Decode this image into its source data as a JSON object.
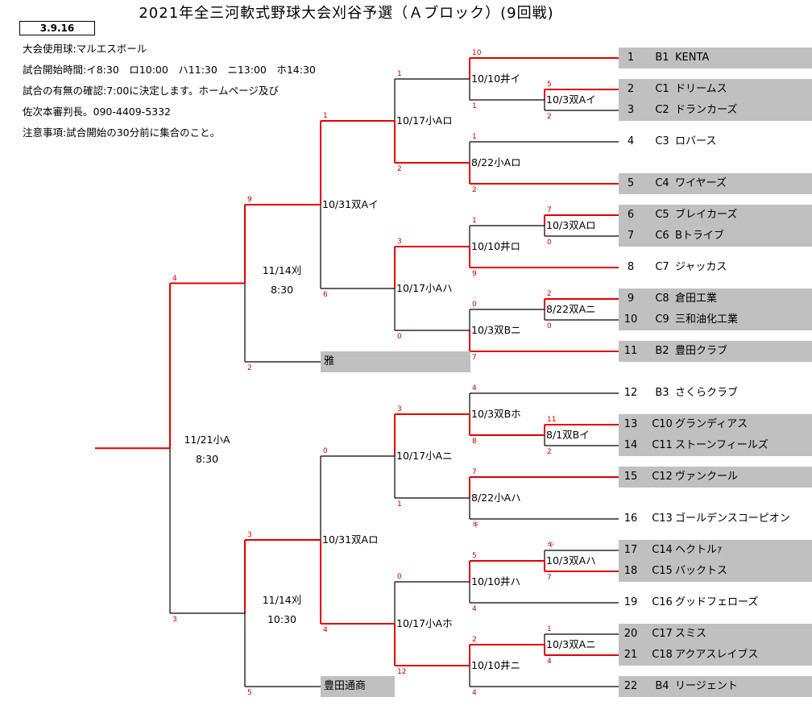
{
  "title": "2021年全三河軟式野球大会刈谷予選（Ａブロック）(9回戦)",
  "date_box": "3.9.16",
  "info_lines": [
    "大会使用球:マルエスボール",
    "試合開始時間:イ8:30　ロ10:00　ハ11:30　ニ13:00　ホ14:30",
    "試合の有無の確認:7:00に決定します。ホームページ及び",
    "佐次本審判長。090-4409-5332",
    "注意事項:試合開始の30分前に集合のこと。"
  ],
  "teams": [
    {
      "num": "1",
      "code": "B1",
      "name": "KENTA"
    },
    {
      "num": "2",
      "code": "C1",
      "name": "ドリームス"
    },
    {
      "num": "3",
      "code": "C2",
      "name": "ドランカーズ"
    },
    {
      "num": "4",
      "code": "C3",
      "name": "ロバース"
    },
    {
      "num": "5",
      "code": "C4",
      "name": "ワイヤーズ"
    },
    {
      "num": "6",
      "code": "C5",
      "name": "ブレイカーズ"
    },
    {
      "num": "7",
      "code": "C6",
      "name": "Bトライブ"
    },
    {
      "num": "8",
      "code": "C7",
      "name": "ジャッカス"
    },
    {
      "num": "9",
      "code": "C8",
      "name": "倉田工業"
    },
    {
      "num": "10",
      "code": "C9",
      "name": "三和油化工業"
    },
    {
      "num": "11",
      "code": "B2",
      "name": "豊田クラブ"
    },
    {
      "num": "12",
      "code": "B3",
      "name": "さくらクラブ"
    },
    {
      "num": "13",
      "code": "C10",
      "name": "グランディアス"
    },
    {
      "num": "14",
      "code": "C11",
      "name": "ストーンフィールズ"
    },
    {
      "num": "15",
      "code": "C12",
      "name": "ヴァンクール"
    },
    {
      "num": "16",
      "code": "C13",
      "name": "ゴールデンスコーピオン"
    },
    {
      "num": "17",
      "code": "C14",
      "name": "ヘクトルｧ"
    },
    {
      "num": "18",
      "code": "C15",
      "name": "バックトス"
    },
    {
      "num": "19",
      "code": "C16",
      "name": "グッドフェローズ"
    },
    {
      "num": "20",
      "code": "C17",
      "name": "スミス"
    },
    {
      "num": "21",
      "code": "C18",
      "name": "アクアスレイブス"
    },
    {
      "num": "22",
      "code": "B4",
      "name": "リージェント"
    }
  ],
  "seeds": [
    "雅",
    "豊田通商"
  ],
  "matches": {
    "r1": [
      "10/3双Aイ",
      "10/3双Aロ",
      "8/22双Aニ",
      "8/1双Bイ",
      "10/3双Aハ",
      "10/3双Aニ"
    ],
    "r2": [
      "10/10井イ",
      "8/22小Aロ",
      "10/10井ロ",
      "10/3双Bニ",
      "10/3双Bホ",
      "8/22小Aハ",
      "10/10井ハ",
      "10/10井ニ"
    ],
    "r3": [
      "10/17小Aロ",
      "10/17小Aハ",
      "10/17小Aニ",
      "10/17小Aホ"
    ],
    "r4": [
      "10/31双Aイ",
      "10/31双Aロ"
    ],
    "r5": [
      {
        "date": "11/14刈",
        "time": "8:30"
      },
      {
        "date": "11/14刈",
        "time": "10:30"
      }
    ],
    "final": {
      "date": "11/21小A",
      "time": "8:30"
    }
  },
  "scores": {
    "r1": [
      [
        "5",
        "2"
      ],
      [
        "7",
        "0"
      ],
      [
        "2",
        "0"
      ],
      [
        "11",
        "2"
      ],
      [
        "キ",
        "7"
      ],
      [
        "1",
        "4"
      ]
    ],
    "r2": [
      [
        "10",
        "1"
      ],
      [
        "1",
        "2"
      ],
      [
        "1",
        "9"
      ],
      [
        "0",
        "7"
      ],
      [
        "4",
        "8"
      ],
      [
        "7",
        "キ"
      ],
      [
        "5",
        "4"
      ],
      [
        "2",
        "4"
      ]
    ],
    "r3": [
      [
        "1",
        "2"
      ],
      [
        "3",
        "0"
      ],
      [
        "3",
        "1"
      ],
      [
        "0",
        "12"
      ]
    ],
    "r4": [
      [
        "1",
        "6"
      ],
      [
        "0",
        "4"
      ]
    ],
    "r5": [
      [
        "9",
        "2"
      ],
      [
        "3",
        "5"
      ]
    ],
    "final": [
      "4",
      "3"
    ]
  }
}
